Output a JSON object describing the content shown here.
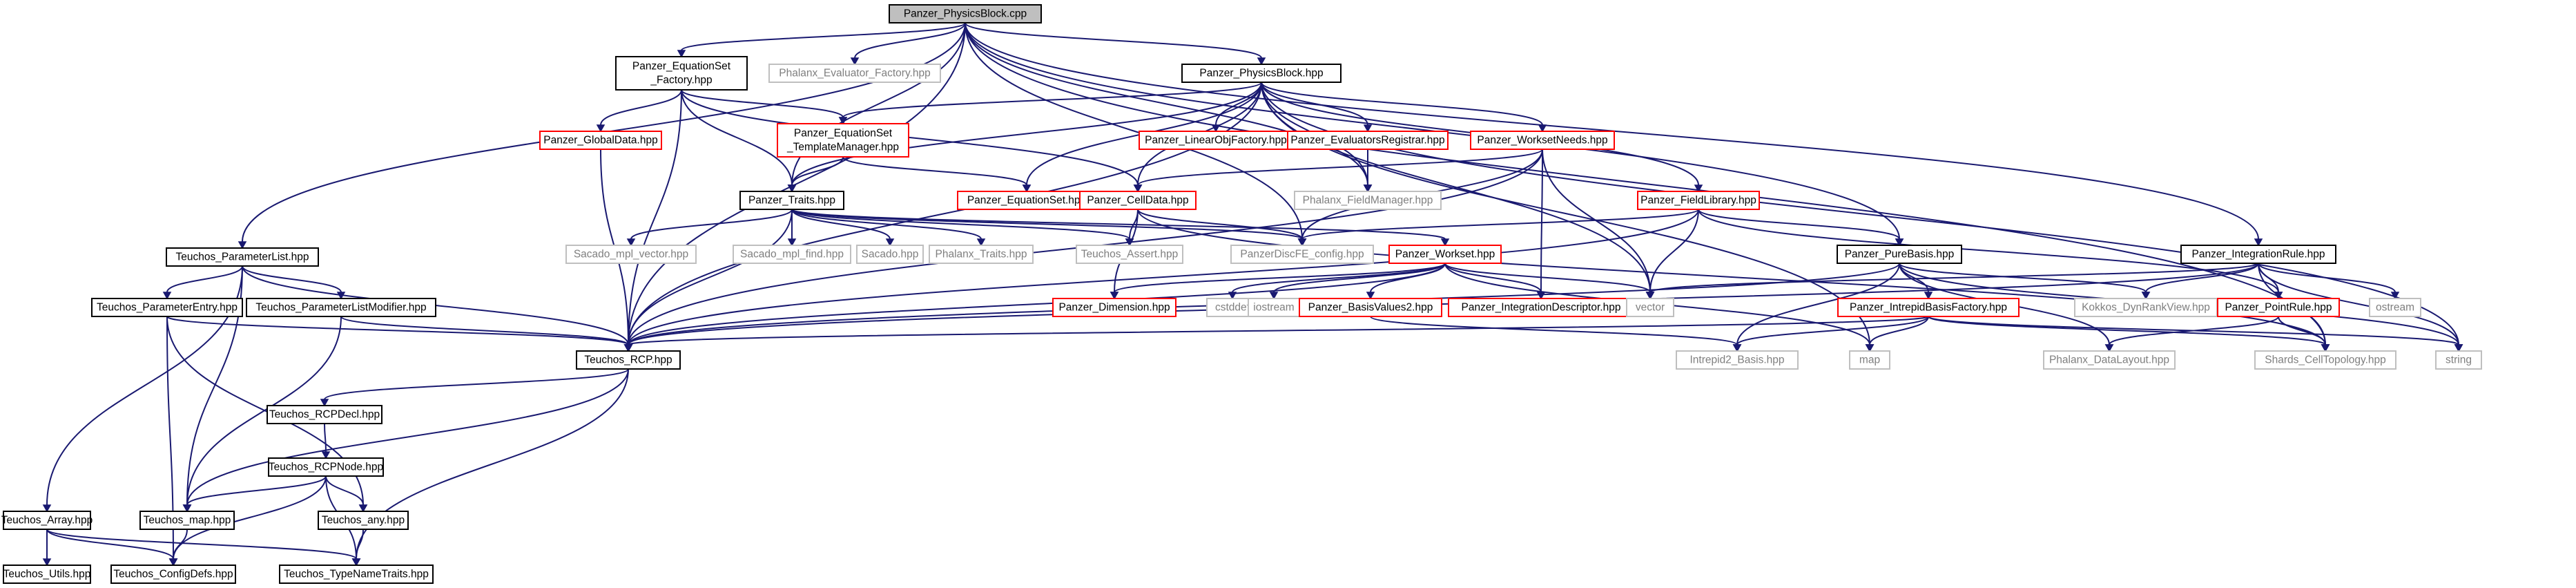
{
  "colors": {
    "edge": "#191970",
    "box_normal": "#000000",
    "box_external": "#bfbfbf",
    "box_truncated": "#ff0000",
    "text_normal": "#000000",
    "text_external": "#7f7f7f",
    "root_fill": "#bfbfbf"
  },
  "nodes": {
    "physicsblock_cpp": {
      "label": "Panzer_PhysicsBlock.cpp",
      "kind": "root"
    },
    "equationset_factory": {
      "label": "Panzer_EquationSet\n_Factory.hpp",
      "kind": "normal"
    },
    "evaluator_factory": {
      "label": "Phalanx_Evaluator_Factory.hpp",
      "kind": "external"
    },
    "physicsblock_hpp": {
      "label": "Panzer_PhysicsBlock.hpp",
      "kind": "normal"
    },
    "globaldata": {
      "label": "Panzer_GlobalData.hpp",
      "kind": "truncated"
    },
    "equationset_tm": {
      "label": "Panzer_EquationSet\n_TemplateManager.hpp",
      "kind": "truncated"
    },
    "linearobjfactory": {
      "label": "Panzer_LinearObjFactory.hpp",
      "kind": "truncated"
    },
    "evaluatorsregistrar": {
      "label": "Panzer_EvaluatorsRegistrar.hpp",
      "kind": "truncated"
    },
    "worksetneeds": {
      "label": "Panzer_WorksetNeeds.hpp",
      "kind": "truncated"
    },
    "equationset": {
      "label": "Panzer_EquationSet.hpp",
      "kind": "truncated"
    },
    "celldata": {
      "label": "Panzer_CellData.hpp",
      "kind": "truncated"
    },
    "fieldmanager": {
      "label": "Phalanx_FieldManager.hpp",
      "kind": "external"
    },
    "fieldlibrary": {
      "label": "Panzer_FieldLibrary.hpp",
      "kind": "truncated"
    },
    "traits": {
      "label": "Panzer_Traits.hpp",
      "kind": "normal"
    },
    "parameterlist": {
      "label": "Teuchos_ParameterList.hpp",
      "kind": "normal"
    },
    "sacado_mpl_vector": {
      "label": "Sacado_mpl_vector.hpp",
      "kind": "external"
    },
    "sacado_mpl_find": {
      "label": "Sacado_mpl_find.hpp",
      "kind": "external"
    },
    "sacado": {
      "label": "Sacado.hpp",
      "kind": "external"
    },
    "phalanx_traits": {
      "label": "Phalanx_Traits.hpp",
      "kind": "external"
    },
    "teuchos_assert": {
      "label": "Teuchos_Assert.hpp",
      "kind": "external"
    },
    "discfe_config": {
      "label": "PanzerDiscFE_config.hpp",
      "kind": "external"
    },
    "workset": {
      "label": "Panzer_Workset.hpp",
      "kind": "truncated"
    },
    "purebasis": {
      "label": "Panzer_PureBasis.hpp",
      "kind": "normal"
    },
    "integrationrule": {
      "label": "Panzer_IntegrationRule.hpp",
      "kind": "normal"
    },
    "parameterentry": {
      "label": "Teuchos_ParameterEntry.hpp",
      "kind": "normal"
    },
    "parameterlistmodifier": {
      "label": "Teuchos_ParameterListModifier.hpp",
      "kind": "normal"
    },
    "dimension": {
      "label": "Panzer_Dimension.hpp",
      "kind": "truncated"
    },
    "cstddef": {
      "label": "cstddef",
      "kind": "external"
    },
    "iostream": {
      "label": "iostream",
      "kind": "external"
    },
    "basisvalues2": {
      "label": "Panzer_BasisValues2.hpp",
      "kind": "truncated"
    },
    "integrationdescriptor": {
      "label": "Panzer_IntegrationDescriptor.hpp",
      "kind": "truncated"
    },
    "vector": {
      "label": "vector",
      "kind": "external"
    },
    "intrepidbasisfactory": {
      "label": "Panzer_IntrepidBasisFactory.hpp",
      "kind": "truncated"
    },
    "kokkos_dynrankview": {
      "label": "Kokkos_DynRankView.hpp",
      "kind": "external"
    },
    "pointrule": {
      "label": "Panzer_PointRule.hpp",
      "kind": "truncated"
    },
    "ostream": {
      "label": "ostream",
      "kind": "external"
    },
    "teuchos_rcp": {
      "label": "Teuchos_RCP.hpp",
      "kind": "normal"
    },
    "intrepid2_basis": {
      "label": "Intrepid2_Basis.hpp",
      "kind": "external"
    },
    "map": {
      "label": "map",
      "kind": "external"
    },
    "phalanx_datalayout": {
      "label": "Phalanx_DataLayout.hpp",
      "kind": "external"
    },
    "shards_celltopology": {
      "label": "Shards_CellTopology.hpp",
      "kind": "external"
    },
    "string": {
      "label": "string",
      "kind": "external"
    },
    "rcpdecl": {
      "label": "Teuchos_RCPDecl.hpp",
      "kind": "normal"
    },
    "rcpnode": {
      "label": "Teuchos_RCPNode.hpp",
      "kind": "normal"
    },
    "teuchos_array": {
      "label": "Teuchos_Array.hpp",
      "kind": "normal"
    },
    "teuchos_map": {
      "label": "Teuchos_map.hpp",
      "kind": "normal"
    },
    "teuchos_any": {
      "label": "Teuchos_any.hpp",
      "kind": "normal"
    },
    "teuchos_utils": {
      "label": "Teuchos_Utils.hpp",
      "kind": "normal"
    },
    "configdefs": {
      "label": "Teuchos_ConfigDefs.hpp",
      "kind": "normal"
    },
    "typenametraits": {
      "label": "Teuchos_TypeNameTraits.hpp",
      "kind": "normal"
    }
  },
  "edges": [
    [
      "physicsblock_cpp",
      "equationset_factory"
    ],
    [
      "physicsblock_cpp",
      "evaluator_factory"
    ],
    [
      "physicsblock_cpp",
      "physicsblock_hpp"
    ],
    [
      "physicsblock_cpp",
      "traits"
    ],
    [
      "physicsblock_cpp",
      "fieldmanager"
    ],
    [
      "physicsblock_cpp",
      "discfe_config"
    ],
    [
      "physicsblock_cpp",
      "parameterlist"
    ],
    [
      "physicsblock_cpp",
      "teuchos_rcp"
    ],
    [
      "physicsblock_cpp",
      "purebasis"
    ],
    [
      "physicsblock_cpp",
      "integrationrule"
    ],
    [
      "physicsblock_cpp",
      "shards_celltopology"
    ],
    [
      "equationset_factory",
      "globaldata"
    ],
    [
      "equationset_factory",
      "equationset_tm"
    ],
    [
      "equationset_factory",
      "traits"
    ],
    [
      "equationset_factory",
      "celldata"
    ],
    [
      "equationset_factory",
      "teuchos_rcp"
    ],
    [
      "physicsblock_hpp",
      "equationset_tm"
    ],
    [
      "physicsblock_hpp",
      "linearobjfactory"
    ],
    [
      "physicsblock_hpp",
      "evaluatorsregistrar"
    ],
    [
      "physicsblock_hpp",
      "worksetneeds"
    ],
    [
      "physicsblock_hpp",
      "equationset"
    ],
    [
      "physicsblock_hpp",
      "celldata"
    ],
    [
      "physicsblock_hpp",
      "fieldmanager"
    ],
    [
      "physicsblock_hpp",
      "fieldlibrary"
    ],
    [
      "physicsblock_hpp",
      "traits"
    ],
    [
      "physicsblock_hpp",
      "teuchos_rcp"
    ],
    [
      "physicsblock_hpp",
      "vector"
    ],
    [
      "physicsblock_hpp",
      "map"
    ],
    [
      "physicsblock_hpp",
      "string"
    ],
    [
      "globaldata",
      "teuchos_rcp"
    ],
    [
      "equationset_tm",
      "equationset"
    ],
    [
      "equationset_tm",
      "traits"
    ],
    [
      "evaluatorsregistrar",
      "fieldmanager"
    ],
    [
      "worksetneeds",
      "celldata"
    ],
    [
      "worksetneeds",
      "discfe_config"
    ],
    [
      "worksetneeds",
      "integrationdescriptor"
    ],
    [
      "worksetneeds",
      "vector"
    ],
    [
      "worksetneeds",
      "teuchos_rcp"
    ],
    [
      "celldata",
      "teuchos_assert"
    ],
    [
      "celldata",
      "discfe_config"
    ],
    [
      "celldata",
      "dimension"
    ],
    [
      "celldata",
      "shards_celltopology"
    ],
    [
      "fieldlibrary",
      "discfe_config"
    ],
    [
      "fieldlibrary",
      "purebasis"
    ],
    [
      "fieldlibrary",
      "pointrule"
    ],
    [
      "fieldlibrary",
      "vector"
    ],
    [
      "fieldlibrary",
      "teuchos_rcp"
    ],
    [
      "traits",
      "sacado_mpl_vector"
    ],
    [
      "traits",
      "sacado_mpl_find"
    ],
    [
      "traits",
      "sacado"
    ],
    [
      "traits",
      "phalanx_traits"
    ],
    [
      "traits",
      "teuchos_assert"
    ],
    [
      "traits",
      "discfe_config"
    ],
    [
      "traits",
      "workset"
    ],
    [
      "traits",
      "teuchos_rcp"
    ],
    [
      "parameterlist",
      "parameterentry"
    ],
    [
      "parameterlist",
      "parameterlistmodifier"
    ],
    [
      "parameterlist",
      "teuchos_rcp"
    ],
    [
      "parameterlist",
      "teuchos_array"
    ],
    [
      "parameterlist",
      "teuchos_map"
    ],
    [
      "workset",
      "dimension"
    ],
    [
      "workset",
      "cstddef"
    ],
    [
      "workset",
      "iostream"
    ],
    [
      "workset",
      "basisvalues2"
    ],
    [
      "workset",
      "integrationdescriptor"
    ],
    [
      "workset",
      "vector"
    ],
    [
      "workset",
      "teuchos_rcp"
    ],
    [
      "workset",
      "map"
    ],
    [
      "purebasis",
      "intrepidbasisfactory"
    ],
    [
      "purebasis",
      "kokkos_dynrankview"
    ],
    [
      "purebasis",
      "phalanx_datalayout"
    ],
    [
      "purebasis",
      "teuchos_rcp"
    ],
    [
      "purebasis",
      "intrepid2_basis"
    ],
    [
      "purebasis",
      "string"
    ],
    [
      "integrationrule",
      "pointrule"
    ],
    [
      "integrationrule",
      "kokkos_dynrankview"
    ],
    [
      "integrationrule",
      "ostream"
    ],
    [
      "integrationrule",
      "vector"
    ],
    [
      "integrationrule",
      "teuchos_rcp"
    ],
    [
      "integrationrule",
      "shards_celltopology"
    ],
    [
      "integrationrule",
      "string"
    ],
    [
      "parameterentry",
      "teuchos_rcp"
    ],
    [
      "parameterentry",
      "teuchos_any"
    ],
    [
      "parameterentry",
      "configdefs"
    ],
    [
      "parameterlistmodifier",
      "teuchos_rcp"
    ],
    [
      "parameterlistmodifier",
      "teuchos_map"
    ],
    [
      "basisvalues2",
      "intrepid2_basis"
    ],
    [
      "intrepidbasisfactory",
      "teuchos_rcp"
    ],
    [
      "intrepidbasisfactory",
      "intrepid2_basis"
    ],
    [
      "intrepidbasisfactory",
      "shards_celltopology"
    ],
    [
      "intrepidbasisfactory",
      "string"
    ],
    [
      "intrepidbasisfactory",
      "map"
    ],
    [
      "pointrule",
      "phalanx_datalayout"
    ],
    [
      "pointrule",
      "shards_celltopology"
    ],
    [
      "teuchos_rcp",
      "rcpdecl"
    ],
    [
      "teuchos_rcp",
      "teuchos_map"
    ],
    [
      "teuchos_rcp",
      "typenametraits"
    ],
    [
      "rcpdecl",
      "rcpnode"
    ],
    [
      "rcpnode",
      "teuchos_map"
    ],
    [
      "rcpnode",
      "teuchos_any"
    ],
    [
      "rcpnode",
      "configdefs"
    ],
    [
      "rcpnode",
      "typenametraits"
    ],
    [
      "teuchos_array",
      "teuchos_utils"
    ],
    [
      "teuchos_array",
      "configdefs"
    ],
    [
      "teuchos_array",
      "typenametraits"
    ],
    [
      "teuchos_map",
      "configdefs"
    ],
    [
      "teuchos_any",
      "typenametraits"
    ]
  ]
}
